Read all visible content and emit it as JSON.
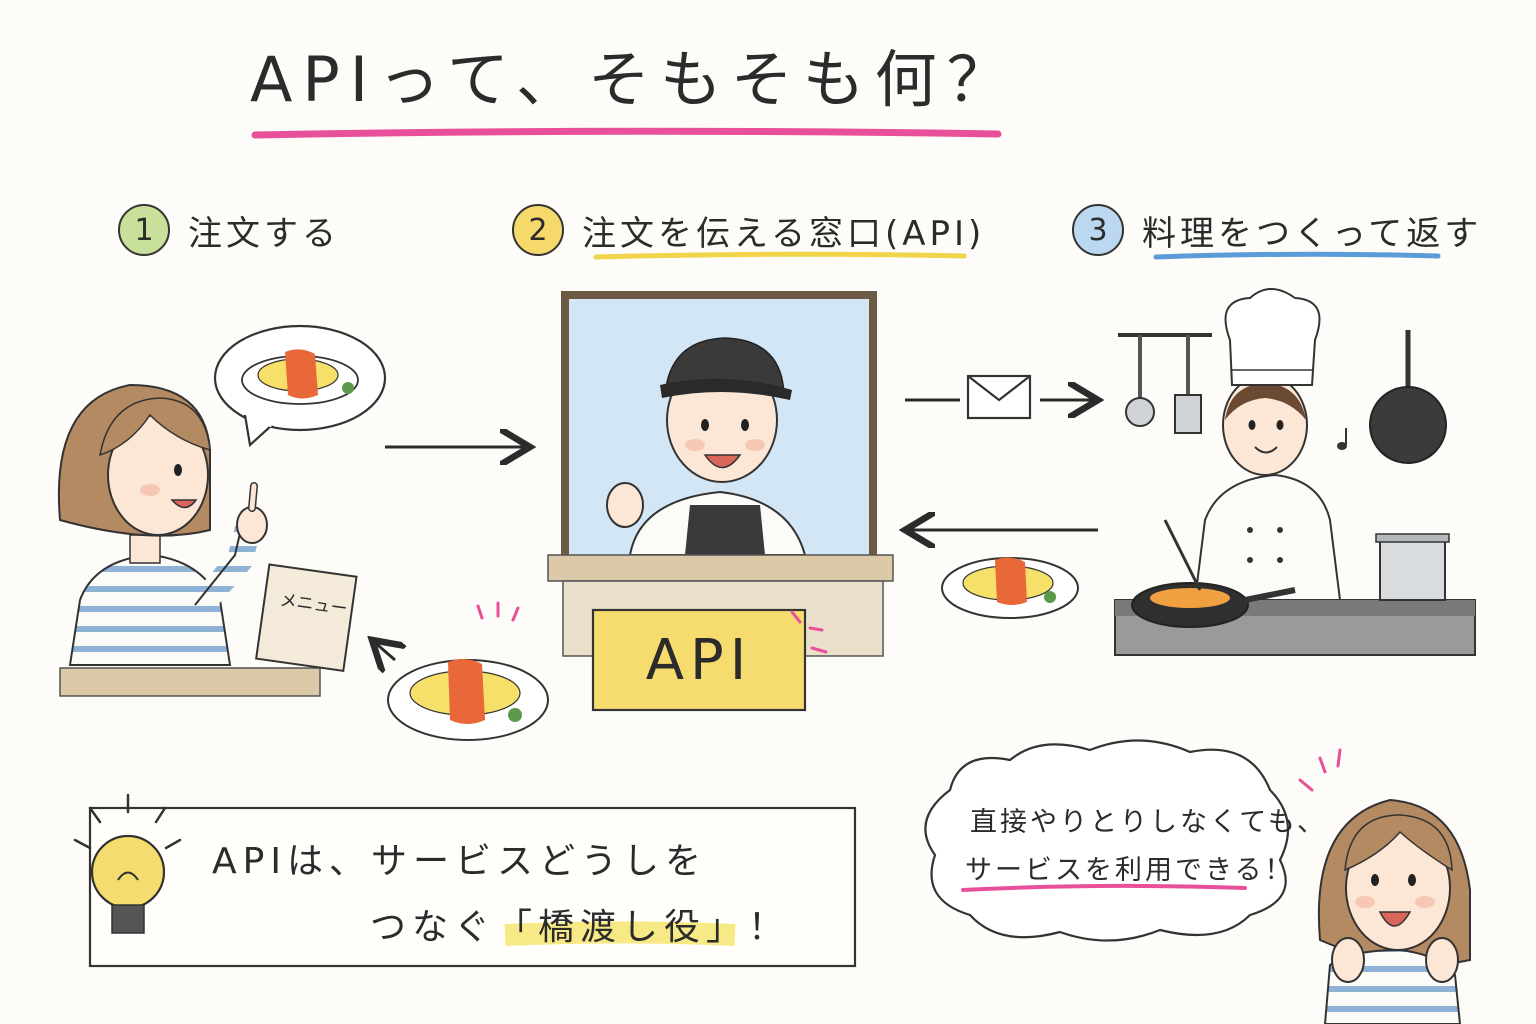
{
  "title": "APIって、そもそも何？",
  "steps": [
    {
      "num": "1",
      "label": "注文する",
      "color": "#c9e09a"
    },
    {
      "num": "2",
      "label": "注文を伝える窓口(API)",
      "color": "#f6d96b"
    },
    {
      "num": "3",
      "label": "料理をつくって返す",
      "color": "#bcd8f0"
    }
  ],
  "window_sign": "API",
  "menu_label": "メニュー",
  "summary": {
    "line1": "APIは、サービスどうしを",
    "line2_prefix": "つなぐ",
    "line2_highlight": "「橋渡し役」",
    "line2_suffix": "！"
  },
  "bubble": {
    "line1": "直接やりとりしなくても、",
    "line2": "サービスを利用できる！"
  },
  "colors": {
    "title_underline": "#e8509a",
    "step2_underline": "#f2d44a",
    "step3_underline": "#5b9bd8",
    "api_sign": "#f6dc6e",
    "omelette_egg": "#f6e06a",
    "omelette_sauce": "#e8683a",
    "window_glass": "#d3e6f6",
    "counter": "#dcc9a8",
    "accent_pink": "#e8509a"
  },
  "icons": [
    "envelope-icon",
    "lightbulb-icon",
    "ladle-icon",
    "spatula-icon",
    "frying-pan-icon",
    "music-note-icon"
  ]
}
